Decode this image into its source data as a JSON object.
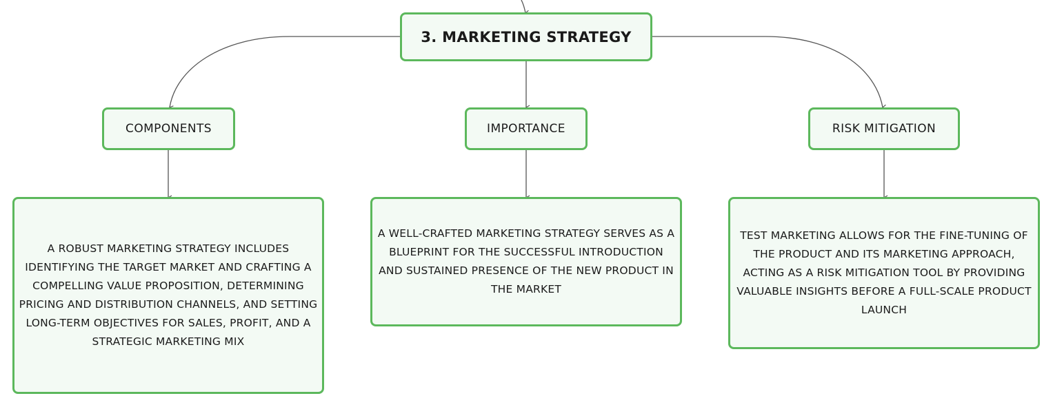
{
  "root": {
    "label": "3. MARKETING STRATEGY"
  },
  "branches": [
    {
      "label": "COMPONENTS",
      "detail": "A ROBUST MARKETING STRATEGY INCLUDES IDENTIFYING THE TARGET MARKET AND CRAFTING A COMPELLING VALUE PROPOSITION, DETERMINING PRICING AND DISTRIBUTION CHANNELS, AND SETTING LONG-TERM OBJECTIVES FOR SALES, PROFIT, AND A STRATEGIC MARKETING MIX"
    },
    {
      "label": "IMPORTANCE",
      "detail": "A WELL-CRAFTED MARKETING STRATEGY SERVES AS A BLUEPRINT FOR THE SUCCESSFUL INTRODUCTION AND SUSTAINED PRESENCE OF THE NEW PRODUCT IN THE MARKET"
    },
    {
      "label": "RISK MITIGATION",
      "detail": "TEST MARKETING ALLOWS FOR THE FINE-TUNING OF THE PRODUCT AND ITS MARKETING APPROACH, ACTING AS A RISK MITIGATION TOOL BY PROVIDING VALUABLE INSIGHTS BEFORE A FULL-SCALE PRODUCT LAUNCH"
    }
  ],
  "colors": {
    "node_border": "#5cb85c",
    "node_fill": "#f3faf4",
    "connector": "#555555"
  }
}
